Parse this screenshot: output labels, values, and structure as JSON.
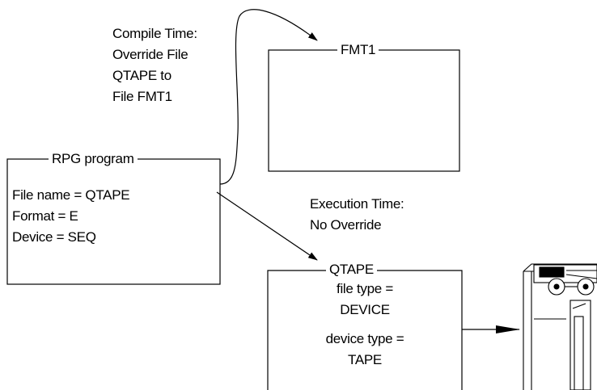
{
  "compile_note": {
    "lines": [
      "Compile Time:",
      "Override File",
      "QTAPE to",
      "File FMT1"
    ]
  },
  "fmt1_box": {
    "title": "FMT1"
  },
  "rpg_box": {
    "title": "RPG program",
    "lines": [
      "File name = QTAPE",
      "Format = E",
      "Device = SEQ"
    ]
  },
  "execution_note": {
    "lines": [
      "Execution Time:",
      "No Override"
    ]
  },
  "qtape_box": {
    "title": "QTAPE",
    "file_type_label": "file type =",
    "file_type_value": "DEVICE",
    "device_type_label": "device type =",
    "device_type_value": "TAPE"
  },
  "device_icon": {
    "name": "tape-drive-icon"
  }
}
